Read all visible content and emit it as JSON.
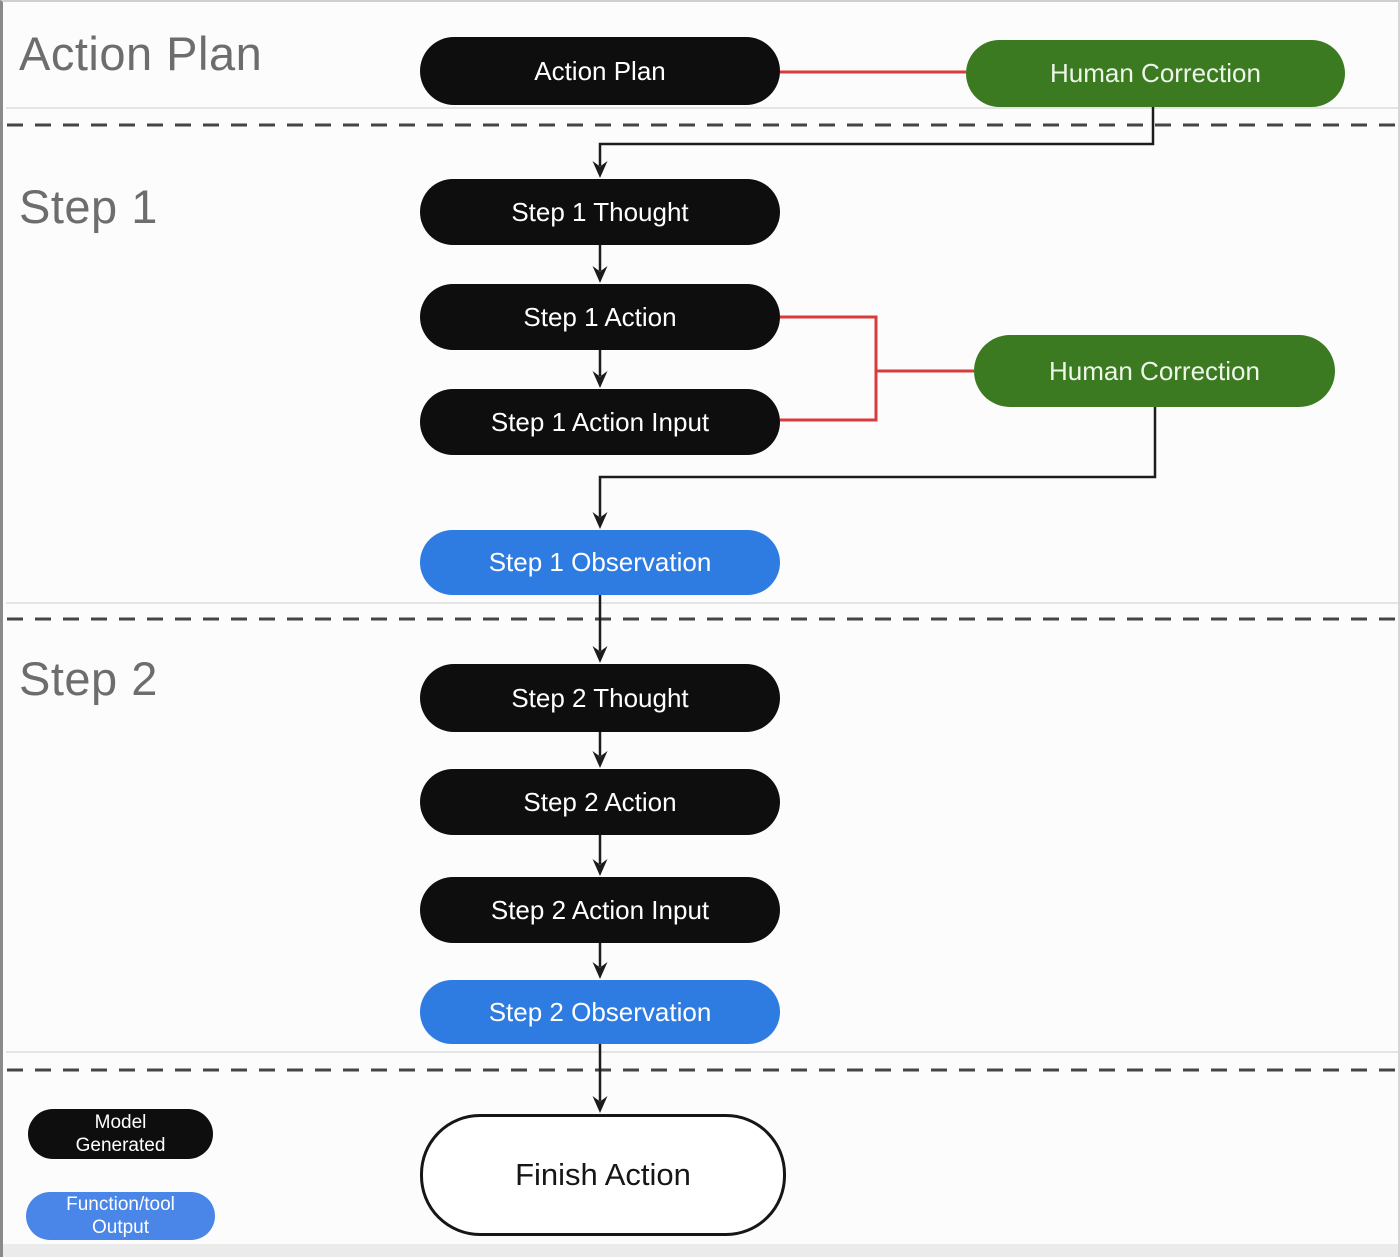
{
  "sections": {
    "action_plan_label": "Action Plan",
    "step1_label": "Step 1",
    "step2_label": "Step 2"
  },
  "nodes": {
    "action_plan": {
      "label": "Action Plan",
      "type": "model-generated"
    },
    "human_correction_1": {
      "label": "Human Correction",
      "type": "human"
    },
    "step1_thought": {
      "label": "Step 1 Thought",
      "type": "model-generated"
    },
    "step1_action": {
      "label": "Step 1 Action",
      "type": "model-generated"
    },
    "step1_action_input": {
      "label": "Step 1 Action Input",
      "type": "model-generated"
    },
    "human_correction_2": {
      "label": "Human Correction",
      "type": "human"
    },
    "step1_observation": {
      "label": "Step 1 Observation",
      "type": "function-tool-output"
    },
    "step2_thought": {
      "label": "Step 2 Thought",
      "type": "model-generated"
    },
    "step2_action": {
      "label": "Step 2 Action",
      "type": "model-generated"
    },
    "step2_action_input": {
      "label": "Step 2 Action Input",
      "type": "model-generated"
    },
    "step2_observation": {
      "label": "Step 2 Observation",
      "type": "function-tool-output"
    },
    "finish_action": {
      "label": "Finish Action",
      "type": "finish"
    }
  },
  "legend": {
    "model_generated": {
      "line1": "Model",
      "line2": "Generated"
    },
    "function_tool_output": {
      "line1": "Function/tool",
      "line2": "Output"
    }
  },
  "colors": {
    "model_node_fill": "#0e0e0e",
    "human_correction_fill": "#3b7a21",
    "observation_fill": "#2e7ce2",
    "legend_output_fill": "#4a86e8",
    "correction_line": "#d93a3b",
    "flow_line": "#1c1c1c",
    "dashed_divider": "#454545",
    "section_label_text": "#6d6d6d"
  }
}
